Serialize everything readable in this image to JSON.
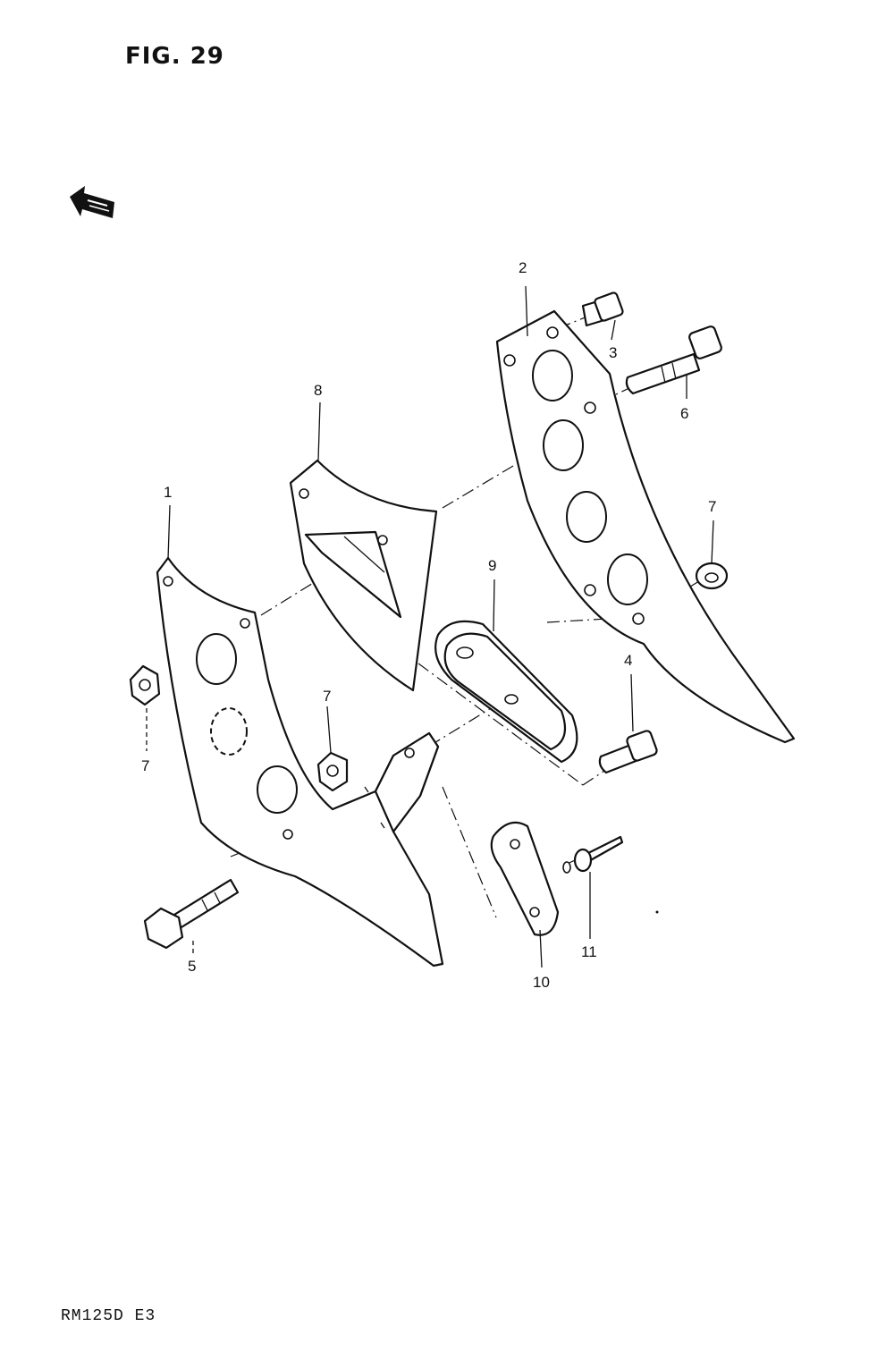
{
  "figure": {
    "title": "FIG. 29",
    "model_code": "RM125D  E3"
  },
  "icons": {
    "front_arrow": "front-direction-arrow-icon"
  },
  "callouts": [
    {
      "id": "c1",
      "label": "1"
    },
    {
      "id": "c2",
      "label": "2"
    },
    {
      "id": "c3",
      "label": "3"
    },
    {
      "id": "c4",
      "label": "4"
    },
    {
      "id": "c5",
      "label": "5"
    },
    {
      "id": "c6",
      "label": "6"
    },
    {
      "id": "c7a",
      "label": "7"
    },
    {
      "id": "c7b",
      "label": "7"
    },
    {
      "id": "c7c",
      "label": "7"
    },
    {
      "id": "c8",
      "label": "8"
    },
    {
      "id": "c9",
      "label": "9"
    },
    {
      "id": "c10",
      "label": "10"
    },
    {
      "id": "c11",
      "label": "11"
    }
  ]
}
